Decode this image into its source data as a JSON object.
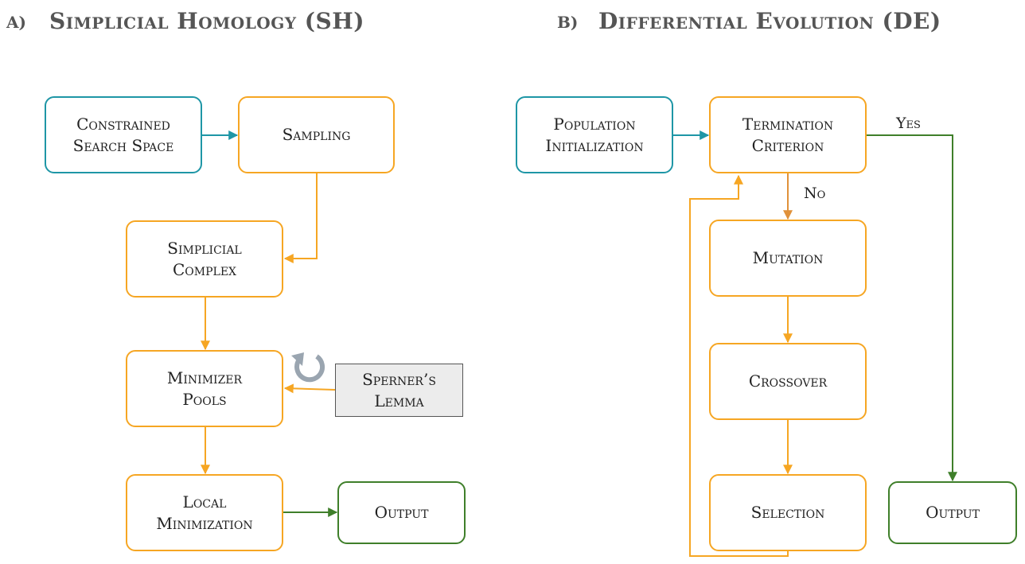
{
  "panel_a": {
    "letter": "A)",
    "title": "Simplicial Homology (SH)",
    "nodes": {
      "search_space": "Constrained\nSearch Space",
      "sampling": "Sampling",
      "complex": "Simplicial\nComplex",
      "pools": "Minimizer\nPools",
      "sperner": "Sperner’s\nLemma",
      "local_min": "Local\nMinimization",
      "output": "Output"
    }
  },
  "panel_b": {
    "letter": "B)",
    "title": "Differential Evolution (DE)",
    "nodes": {
      "init": "Population\nInitialization",
      "termination": "Termination\nCriterion",
      "mutation": "Mutation",
      "crossover": "Crossover",
      "selection": "Selection",
      "output": "Output"
    },
    "edge_labels": {
      "yes": "Yes",
      "no": "No"
    }
  },
  "colors": {
    "teal": "#1e96a6",
    "orange": "#f6a623",
    "green": "#3f7f2a",
    "grey": "#9aa5b0",
    "no_arrow": "#e0913a"
  },
  "icons": {
    "cycle": "refresh-cycle-icon"
  }
}
